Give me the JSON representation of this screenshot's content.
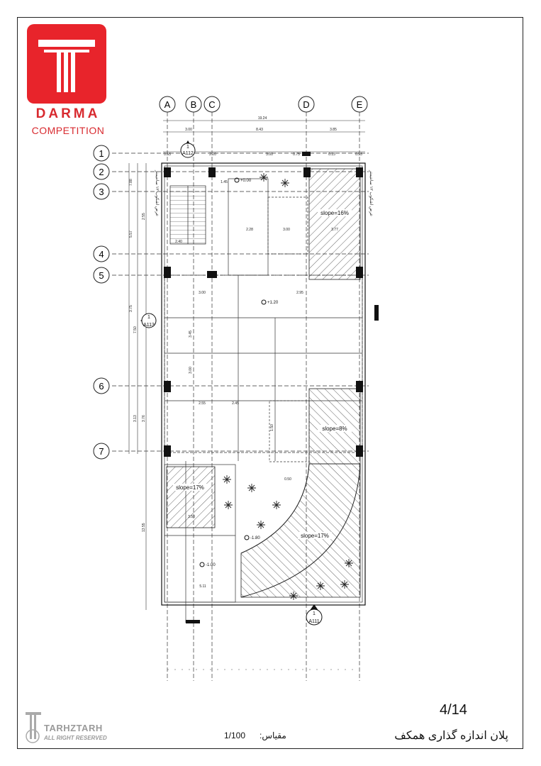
{
  "branding": {
    "logo_word": "DARMA",
    "logo_sub": "COMPETITION",
    "logo_color": "#e8242b"
  },
  "grid": {
    "columns": [
      "A",
      "B",
      "C",
      "D",
      "E"
    ],
    "rows": [
      "1",
      "2",
      "3",
      "4",
      "5",
      "6",
      "7"
    ]
  },
  "dimensions": {
    "overall": "19.24",
    "top_chain": [
      "3.00",
      "8.43",
      "3.85"
    ],
    "secondary_chain": [
      "0.55",
      "2.20",
      "3.00",
      "0.75",
      "0.15",
      "0.55"
    ],
    "left_chain": [
      "7.88",
      "5.57",
      "3.75",
      "7.50",
      "3.13",
      "2.55",
      "3.76",
      "13.55"
    ],
    "interior": [
      "3.00",
      "2.95",
      "2.55",
      "2.45",
      "3.00",
      "3.77",
      "2.28",
      "0.50",
      "3.50",
      "5.11",
      "3.45",
      "3.00",
      "1.50",
      "1.45",
      "2.40"
    ]
  },
  "annotations": {
    "slopes": [
      "slope=16%",
      "slope=8%",
      "slope=17%",
      "slope=17%"
    ],
    "levels": [
      "+0.00",
      "+1.20",
      "-1.80",
      "-1.00"
    ],
    "section_marks": [
      "A112",
      "A113",
      "A111"
    ],
    "section_numbers": [
      "1",
      "1",
      "1"
    ],
    "side_notes": [
      "عرض اشکوب ۱۲ سانتیمتر",
      "عرض اشکوب ۱۲ سانتیمتر"
    ]
  },
  "footer": {
    "page": "4/14",
    "title": "پلان اندازه گذاری همکف",
    "scale_label": "مقیاس:",
    "scale_value": "1/100",
    "watermark": "TARHZTARH",
    "rights": "ALL RIGHT RESERVED"
  }
}
